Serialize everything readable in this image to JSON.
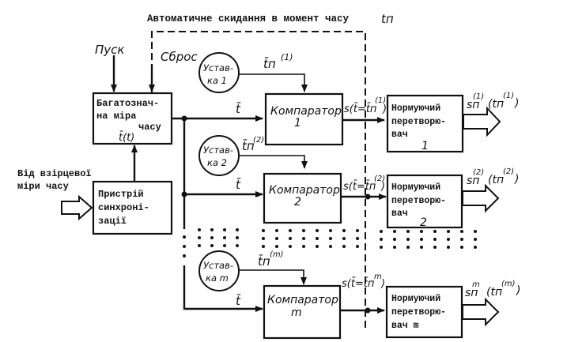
{
  "diagram": {
    "reset_caption": "Автоматичне скидання в момент часу",
    "reset_caption_var": "tп",
    "start_label": "Пуск",
    "reset_label": "Сброс",
    "time_measure": {
      "line1": "Багатознач-",
      "line2": "на міра",
      "line3": "часу",
      "line4": "t̄(t)"
    },
    "reference_source": {
      "line1": "Від взірцевої",
      "line2": "міри часу"
    },
    "sync_device": {
      "line1": "Пристрій",
      "line2": "синхроні-",
      "line3": "зації"
    },
    "t_bar": "t̄",
    "channels": [
      {
        "setpoint_line1": "Устав-",
        "setpoint_line2": "ка 1",
        "setpoint_signal": "t̄п",
        "setpoint_sup": "(1)",
        "comparator_name": "Компаратор",
        "comparator_index": "1",
        "compare_signal": "s(t̄=t̄п",
        "compare_sup": "(1)",
        "compare_close": ")",
        "normalizer_line1": "Нормуючий",
        "normalizer_line2": "перетворю-",
        "normalizer_line3": "вач",
        "normalizer_index": "1",
        "output_signal": "sп",
        "output_sup": "(1)",
        "output_arg": "(tп",
        "output_arg_sup": "(1)",
        "output_close": ")"
      },
      {
        "setpoint_line1": "Устав-",
        "setpoint_line2": "ка 2",
        "setpoint_signal": "t̄п",
        "setpoint_sup": "(2)",
        "comparator_name": "Компаратор",
        "comparator_index": "2",
        "compare_signal": "s(t̄=t̄п",
        "compare_sup": "(2)",
        "compare_close": ")",
        "normalizer_line1": "Нормуючий",
        "normalizer_line2": "перетворю-",
        "normalizer_line3": "вач",
        "normalizer_index": "2",
        "output_signal": "sп",
        "output_sup": "(2)",
        "output_arg": "(tп",
        "output_arg_sup": "(2)",
        "output_close": ")"
      },
      {
        "setpoint_line1": "Устав-",
        "setpoint_line2": "ка m",
        "setpoint_signal": "t̄п",
        "setpoint_sup": "(m)",
        "comparator_name": "Компаратор",
        "comparator_index": "m",
        "compare_signal": "s(t̄=t̄п",
        "compare_sup": "m",
        "compare_close": ")",
        "normalizer_line1": "Нормуючий",
        "normalizer_line2": "перетворю-",
        "normalizer_line3": "вач m",
        "normalizer_index": "",
        "output_signal": "sп",
        "output_sup": "m",
        "output_arg": "(tп",
        "output_arg_sup": "(m)",
        "output_close": ")"
      }
    ]
  }
}
